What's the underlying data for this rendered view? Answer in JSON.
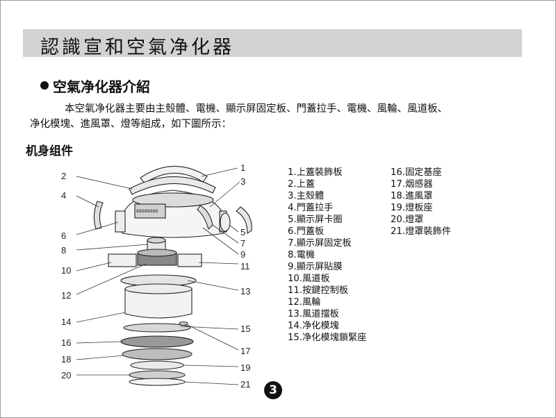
{
  "header": {
    "title": "認識宣和空氣净化器"
  },
  "section": {
    "title": "空氣净化器介紹",
    "intro_line1": "本空氣净化器主要由主殼體、電機、顯示屏固定板、門蓋拉手、電機、風輪、風道板、",
    "intro_line2": "净化模塊、進風罩、燈等組成，如下圖所示："
  },
  "parts_heading": "机身组件",
  "callouts": [
    "1",
    "2",
    "3",
    "4",
    "5",
    "6",
    "7",
    "8",
    "9",
    "10",
    "11",
    "12",
    "13",
    "14",
    "15",
    "16",
    "17",
    "18",
    "19",
    "20",
    "21"
  ],
  "display_label": "88888888",
  "parts_col1": [
    "1.上蓋裝飾板",
    "2.上蓋",
    "3.主殼體",
    "4.門蓋拉手",
    "5.顯示屏卡圈",
    "6.門蓋板",
    "7.顯示屏固定板",
    "8.電機",
    "9.顯示屏貼膜",
    "10.風道板",
    "11.按鍵控制板",
    "12.風輪",
    "13.風道擋板",
    "14.净化模塊",
    "15.净化模塊鎖緊座"
  ],
  "parts_col2": [
    "16.固定基座",
    "17.烟感器",
    "18.進風罩",
    "19.燈板座",
    "20.燈罩",
    "21.燈罩裝飾件"
  ],
  "page_number": "3"
}
